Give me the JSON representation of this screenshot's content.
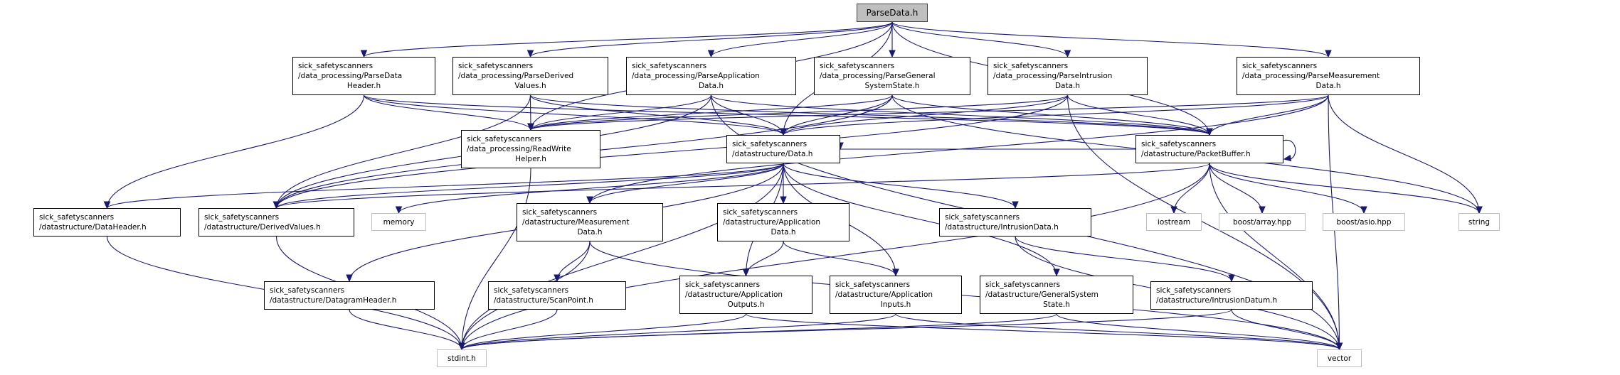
{
  "graph": {
    "title": "ParseData.h include dependency graph",
    "colors": {
      "edge": "#191970",
      "root_fill": "#bfbfbf",
      "node_border": "#000000",
      "system_border": "#bfbfbf"
    },
    "nodes": {
      "root": {
        "lines": [
          "ParseData.h"
        ]
      },
      "parse_data_header": {
        "lines": [
          "sick_safetyscanners",
          "/data_processing/ParseData",
          "Header.h"
        ]
      },
      "parse_derived_values": {
        "lines": [
          "sick_safetyscanners",
          "/data_processing/ParseDerived",
          "Values.h"
        ]
      },
      "parse_application_data": {
        "lines": [
          "sick_safetyscanners",
          "/data_processing/ParseApplication",
          "Data.h"
        ]
      },
      "parse_general_system_state": {
        "lines": [
          "sick_safetyscanners",
          "/data_processing/ParseGeneral",
          "SystemState.h"
        ]
      },
      "parse_intrusion_data": {
        "lines": [
          "sick_safetyscanners",
          "/data_processing/ParseIntrusion",
          "Data.h"
        ]
      },
      "parse_measurement_data": {
        "lines": [
          "sick_safetyscanners",
          "/data_processing/ParseMeasurement",
          "Data.h"
        ]
      },
      "read_write_helper": {
        "lines": [
          "sick_safetyscanners",
          "/data_processing/ReadWrite",
          "Helper.h"
        ]
      },
      "data": {
        "lines": [
          "sick_safetyscanners",
          "/datastructure/Data.h"
        ]
      },
      "packet_buffer": {
        "lines": [
          "sick_safetyscanners",
          "/datastructure/PacketBuffer.h"
        ]
      },
      "data_header": {
        "lines": [
          "sick_safetyscanners",
          "/datastructure/DataHeader.h"
        ]
      },
      "derived_values": {
        "lines": [
          "sick_safetyscanners",
          "/datastructure/DerivedValues.h"
        ]
      },
      "memory": {
        "lines": [
          "memory"
        ]
      },
      "measurement_data": {
        "lines": [
          "sick_safetyscanners",
          "/datastructure/Measurement",
          "Data.h"
        ]
      },
      "application_data": {
        "lines": [
          "sick_safetyscanners",
          "/datastructure/Application",
          "Data.h"
        ]
      },
      "intrusion_data": {
        "lines": [
          "sick_safetyscanners",
          "/datastructure/IntrusionData.h"
        ]
      },
      "iostream": {
        "lines": [
          "iostream"
        ]
      },
      "boost_array": {
        "lines": [
          "boost/array.hpp"
        ]
      },
      "boost_asio": {
        "lines": [
          "boost/asio.hpp"
        ]
      },
      "string": {
        "lines": [
          "string"
        ]
      },
      "datagram_header": {
        "lines": [
          "sick_safetyscanners",
          "/datastructure/DatagramHeader.h"
        ]
      },
      "scan_point": {
        "lines": [
          "sick_safetyscanners",
          "/datastructure/ScanPoint.h"
        ]
      },
      "application_outputs": {
        "lines": [
          "sick_safetyscanners",
          "/datastructure/Application",
          "Outputs.h"
        ]
      },
      "application_inputs": {
        "lines": [
          "sick_safetyscanners",
          "/datastructure/Application",
          "Inputs.h"
        ]
      },
      "general_system_state": {
        "lines": [
          "sick_safetyscanners",
          "/datastructure/GeneralSystem",
          "State.h"
        ]
      },
      "intrusion_datum": {
        "lines": [
          "sick_safetyscanners",
          "/datastructure/IntrusionDatum.h"
        ]
      },
      "stdint": {
        "lines": [
          "stdint.h"
        ]
      },
      "vector": {
        "lines": [
          "vector"
        ]
      }
    },
    "edges": [
      [
        "root",
        "parse_data_header"
      ],
      [
        "root",
        "parse_derived_values"
      ],
      [
        "root",
        "parse_application_data"
      ],
      [
        "root",
        "parse_general_system_state"
      ],
      [
        "root",
        "parse_intrusion_data"
      ],
      [
        "root",
        "parse_measurement_data"
      ],
      [
        "root",
        "read_write_helper"
      ],
      [
        "root",
        "data"
      ],
      [
        "root",
        "packet_buffer"
      ],
      [
        "parse_data_header",
        "read_write_helper"
      ],
      [
        "parse_data_header",
        "data_header"
      ],
      [
        "parse_data_header",
        "data"
      ],
      [
        "parse_data_header",
        "packet_buffer"
      ],
      [
        "parse_derived_values",
        "read_write_helper"
      ],
      [
        "parse_derived_values",
        "derived_values"
      ],
      [
        "parse_derived_values",
        "data"
      ],
      [
        "parse_derived_values",
        "packet_buffer"
      ],
      [
        "parse_application_data",
        "read_write_helper"
      ],
      [
        "parse_application_data",
        "data"
      ],
      [
        "parse_application_data",
        "packet_buffer"
      ],
      [
        "parse_application_data",
        "derived_values"
      ],
      [
        "parse_application_data",
        "vector"
      ],
      [
        "parse_general_system_state",
        "read_write_helper"
      ],
      [
        "parse_general_system_state",
        "data"
      ],
      [
        "parse_general_system_state",
        "packet_buffer"
      ],
      [
        "parse_general_system_state",
        "derived_values"
      ],
      [
        "parse_general_system_state",
        "string"
      ],
      [
        "parse_intrusion_data",
        "read_write_helper"
      ],
      [
        "parse_intrusion_data",
        "data"
      ],
      [
        "parse_intrusion_data",
        "packet_buffer"
      ],
      [
        "parse_intrusion_data",
        "derived_values"
      ],
      [
        "parse_intrusion_data",
        "vector"
      ],
      [
        "parse_measurement_data",
        "read_write_helper"
      ],
      [
        "parse_measurement_data",
        "data"
      ],
      [
        "parse_measurement_data",
        "packet_buffer"
      ],
      [
        "parse_measurement_data",
        "measurement_data"
      ],
      [
        "parse_measurement_data",
        "string"
      ],
      [
        "parse_measurement_data",
        "vector"
      ],
      [
        "read_write_helper",
        "stdint"
      ],
      [
        "data",
        "data_header"
      ],
      [
        "data",
        "derived_values"
      ],
      [
        "data",
        "memory"
      ],
      [
        "data",
        "measurement_data"
      ],
      [
        "data",
        "application_data"
      ],
      [
        "data",
        "intrusion_data"
      ],
      [
        "data",
        "general_system_state"
      ],
      [
        "data",
        "application_outputs"
      ],
      [
        "data",
        "application_inputs"
      ],
      [
        "data",
        "datagram_header"
      ],
      [
        "data",
        "stdint"
      ],
      [
        "packet_buffer",
        "packet_buffer"
      ],
      [
        "packet_buffer",
        "iostream"
      ],
      [
        "packet_buffer",
        "boost_array"
      ],
      [
        "packet_buffer",
        "boost_asio"
      ],
      [
        "packet_buffer",
        "string"
      ],
      [
        "packet_buffer",
        "vector"
      ],
      [
        "packet_buffer",
        "stdint"
      ],
      [
        "packet_buffer",
        "derived_values"
      ],
      [
        "packet_buffer",
        "data"
      ],
      [
        "data_header",
        "stdint"
      ],
      [
        "derived_values",
        "stdint"
      ],
      [
        "measurement_data",
        "scan_point"
      ],
      [
        "measurement_data",
        "stdint"
      ],
      [
        "measurement_data",
        "vector"
      ],
      [
        "application_data",
        "application_outputs"
      ],
      [
        "application_data",
        "application_inputs"
      ],
      [
        "intrusion_data",
        "intrusion_datum"
      ],
      [
        "intrusion_data",
        "vector"
      ],
      [
        "datagram_header",
        "stdint"
      ],
      [
        "scan_point",
        "stdint"
      ],
      [
        "application_outputs",
        "stdint"
      ],
      [
        "application_outputs",
        "vector"
      ],
      [
        "application_inputs",
        "stdint"
      ],
      [
        "application_inputs",
        "vector"
      ],
      [
        "general_system_state",
        "stdint"
      ],
      [
        "general_system_state",
        "vector"
      ],
      [
        "intrusion_datum",
        "stdint"
      ],
      [
        "intrusion_datum",
        "vector"
      ]
    ]
  }
}
